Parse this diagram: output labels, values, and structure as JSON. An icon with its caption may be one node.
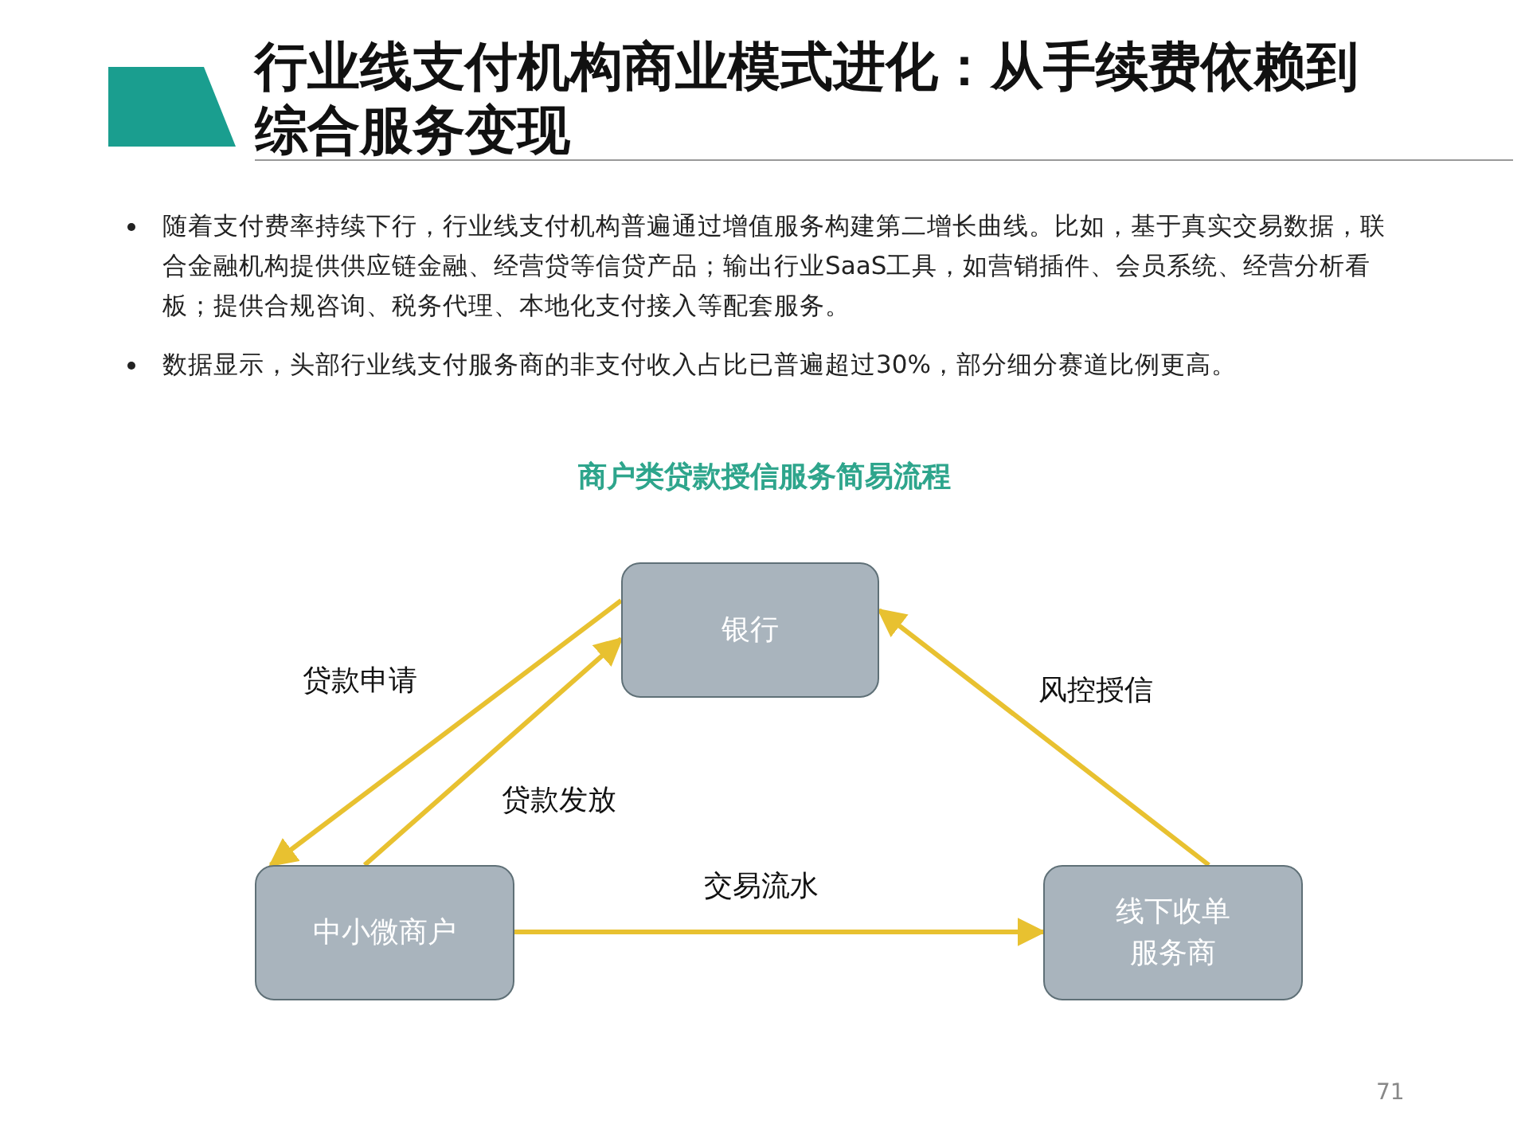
{
  "diagram": {
    "title": "行业线支付机构商业模式进化：从手续费依赖到综合服务变现",
    "nodes": [
      {
        "text": [
          "银行"
        ]
      },
      {
        "text": [
          "中小微商户"
        ]
      },
      {
        "text": [
          "线下收单服务商"
        ]
      }
    ],
    "edges": [
      {
        "from": 0,
        "to": 1,
        "arrow": "to",
        "label": "贷款申请"
      },
      {
        "from": 1,
        "to": 0,
        "arrow": "to",
        "label": "贷款发放"
      },
      {
        "from": 1,
        "to": 2,
        "arrow": "to",
        "label": "交易流水"
      },
      {
        "from": 2,
        "to": 0,
        "arrow": "to",
        "label": "风控授信"
      }
    ],
    "labels": [
      "随着支付费率持续下行，行业线支付机构普遍通过增值服务构建第二增长曲线。比如，基于真实交易数据，联合金融机构提供供应链金融、经营贷等信贷产品；输出行业SaaS工具，如营销插件、会员系统、经营分析看板；提供合规咨询、税务代理、本地化支付接入等配套服务。",
      "数据显示，头部行业线支付服务商的非支付收入占比已普遍超过30%，部分细分赛道比例更高。",
      "商户类贷款授信服务简易流程",
      "71"
    ]
  }
}
